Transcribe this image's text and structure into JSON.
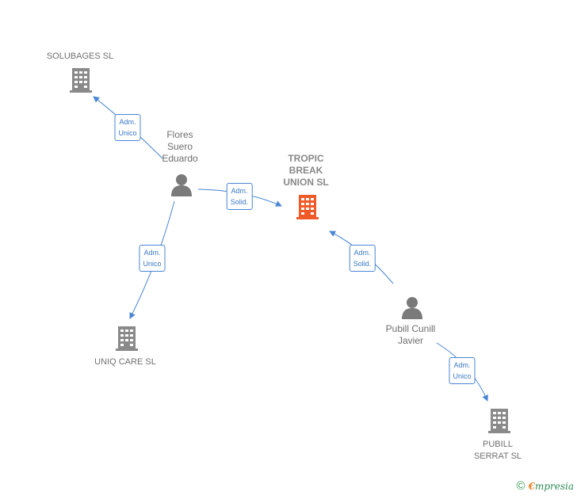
{
  "colors": {
    "company": "#8a8a8a",
    "focus_company": "#f05a28",
    "person": "#7a7a7a",
    "edge": "#4a86d4"
  },
  "nodes": {
    "tropic_break_union": {
      "label": "TROPIC\nBREAK\nUNION  SL",
      "icon": "building-icon"
    },
    "solubages": {
      "label": "SOLUBAGES SL",
      "icon": "building-icon"
    },
    "uniq_care": {
      "label": "UNIQ CARE  SL",
      "icon": "building-icon"
    },
    "pubill_serrat": {
      "label": "PUBILL\nSERRAT SL",
      "icon": "building-icon"
    },
    "flores_suero": {
      "label": "Flores\nSuero\nEduardo",
      "icon": "person-icon"
    },
    "pubill_cunill": {
      "label": "Pubill Cunill\nJavier",
      "icon": "person-icon"
    }
  },
  "edges": {
    "flores_to_solubages": "Adm.\nUnico",
    "flores_to_tropic": "Adm.\nSolid.",
    "flores_to_uniq": "Adm.\nUnico",
    "pubill_to_tropic": "Adm.\nSolid.",
    "pubill_to_serrat": "Adm.\nUnico"
  },
  "footer": {
    "copyright_symbol": "©",
    "brand_initial": "€",
    "brand_rest": "mpresia"
  }
}
